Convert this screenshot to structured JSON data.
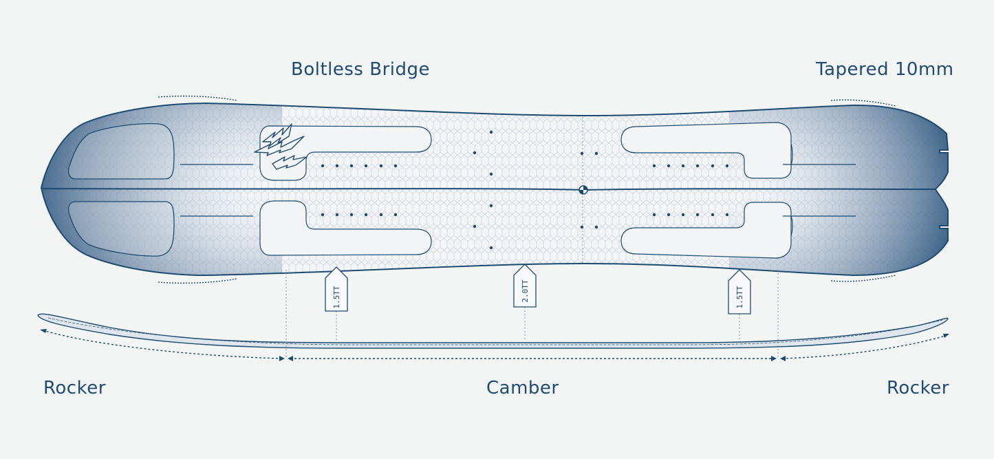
{
  "labels": {
    "bridge": "Boltless Bridge",
    "taper": "Tapered 10mm",
    "rocker_left": "Rocker",
    "camber": "Camber",
    "rocker_right": "Rocker"
  },
  "tags": {
    "left": "1.5TT",
    "center": "2.0TT",
    "right": "1.5TT"
  },
  "colors": {
    "primary": "#1d4a70",
    "dark_fill": "#2c5782",
    "light_fill": "#f2f4f6",
    "background": "#f3f5f5"
  }
}
